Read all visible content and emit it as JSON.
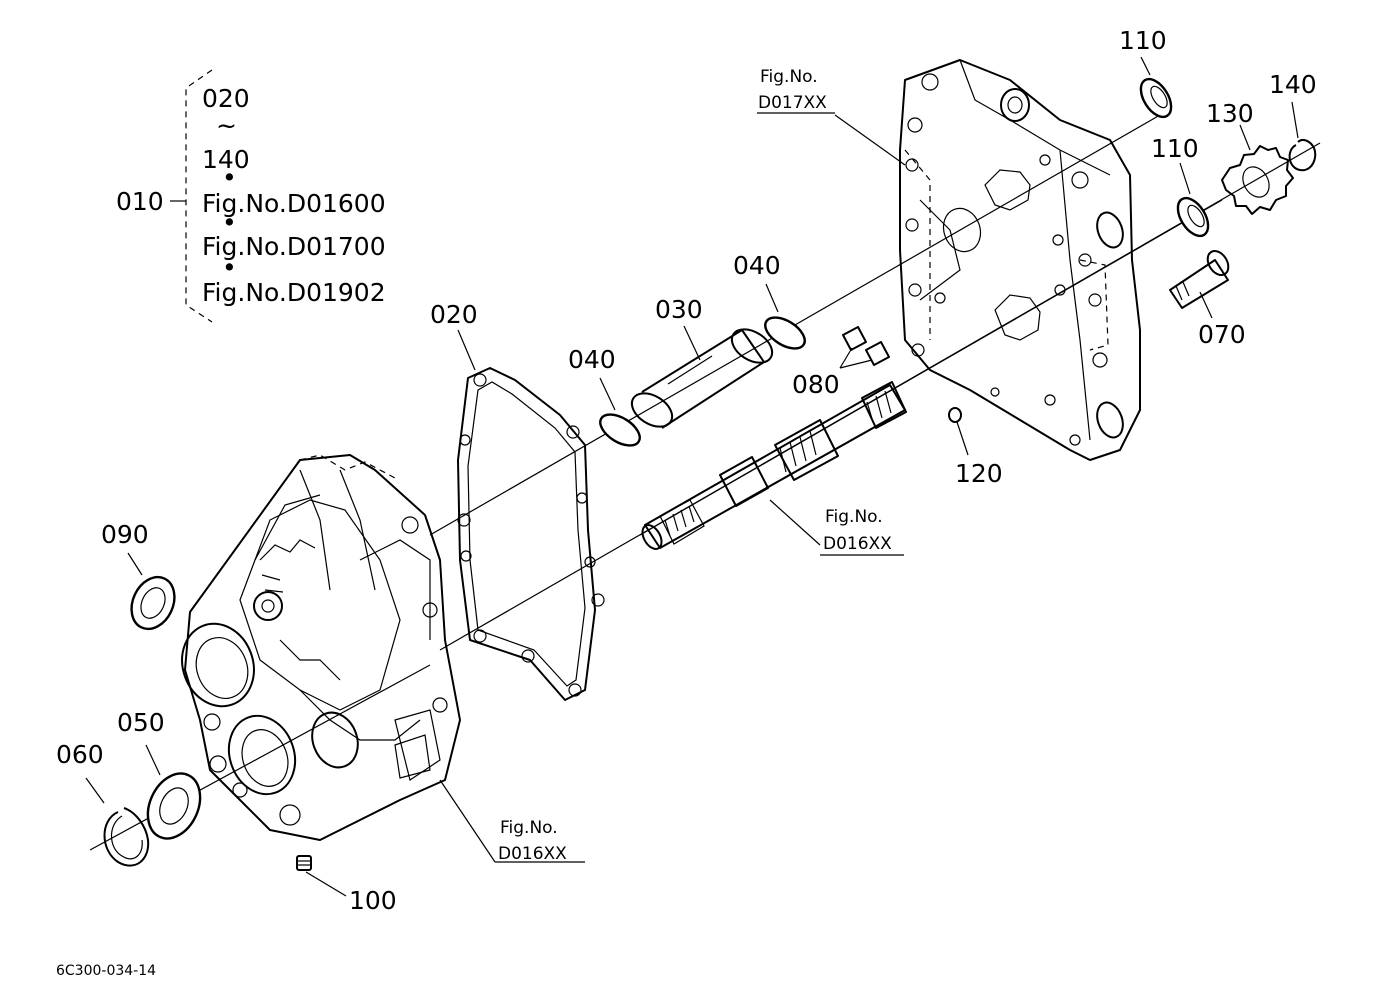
{
  "group": {
    "callout": "010",
    "lines": [
      "020",
      "~",
      "140",
      "Fig.No.D01600",
      "Fig.No.D01700",
      "Fig.No.D01902"
    ],
    "bullets": [
      "•",
      "•",
      "•"
    ]
  },
  "callouts": {
    "c020": "020",
    "c030": "030",
    "c040a": "040",
    "c040b": "040",
    "c050": "050",
    "c060": "060",
    "c070": "070",
    "c080": "080",
    "c090": "090",
    "c100": "100",
    "c110a": "110",
    "c110b": "110",
    "c120": "120",
    "c130": "130",
    "c140": "140"
  },
  "figrefs": {
    "top": {
      "line1": "Fig.No.",
      "line2": "D017XX"
    },
    "shaft": {
      "line1": "Fig.No.",
      "line2": "D016XX"
    },
    "case": {
      "line1": "Fig.No.",
      "line2": "D016XX"
    }
  },
  "doc_id": "6C300-034-14"
}
